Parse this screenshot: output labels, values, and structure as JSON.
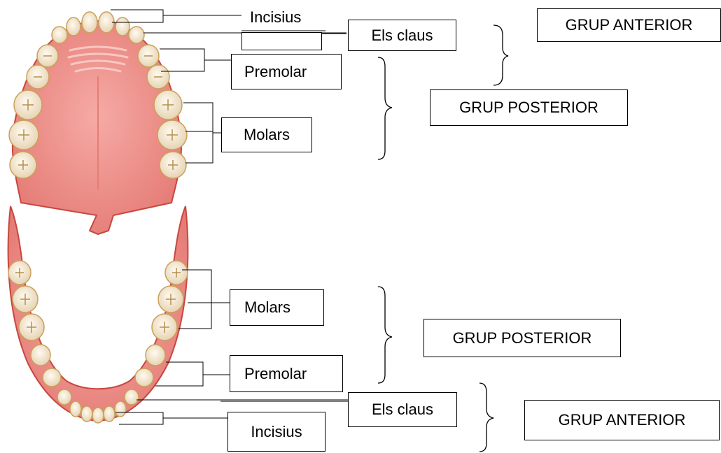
{
  "upper_jaw": {
    "incisius": "Incisius",
    "claus": "Els claus",
    "premolar": "Premolar",
    "molars": "Molars",
    "group_anterior": "GRUP ANTERIOR",
    "group_posterior": "GRUP POSTERIOR"
  },
  "lower_jaw": {
    "molars": "Molars",
    "premolar": "Premolar",
    "claus": "Els claus",
    "incisius": "Incisius",
    "group_posterior": "GRUP POSTERIOR",
    "group_anterior": "GRUP ANTERIOR"
  },
  "colors": {
    "gum": "#ee8f89",
    "gum_dark": "#c9463f",
    "tooth": "#f6efe2",
    "tooth_edge": "#c9a15a",
    "line": "#000000"
  }
}
